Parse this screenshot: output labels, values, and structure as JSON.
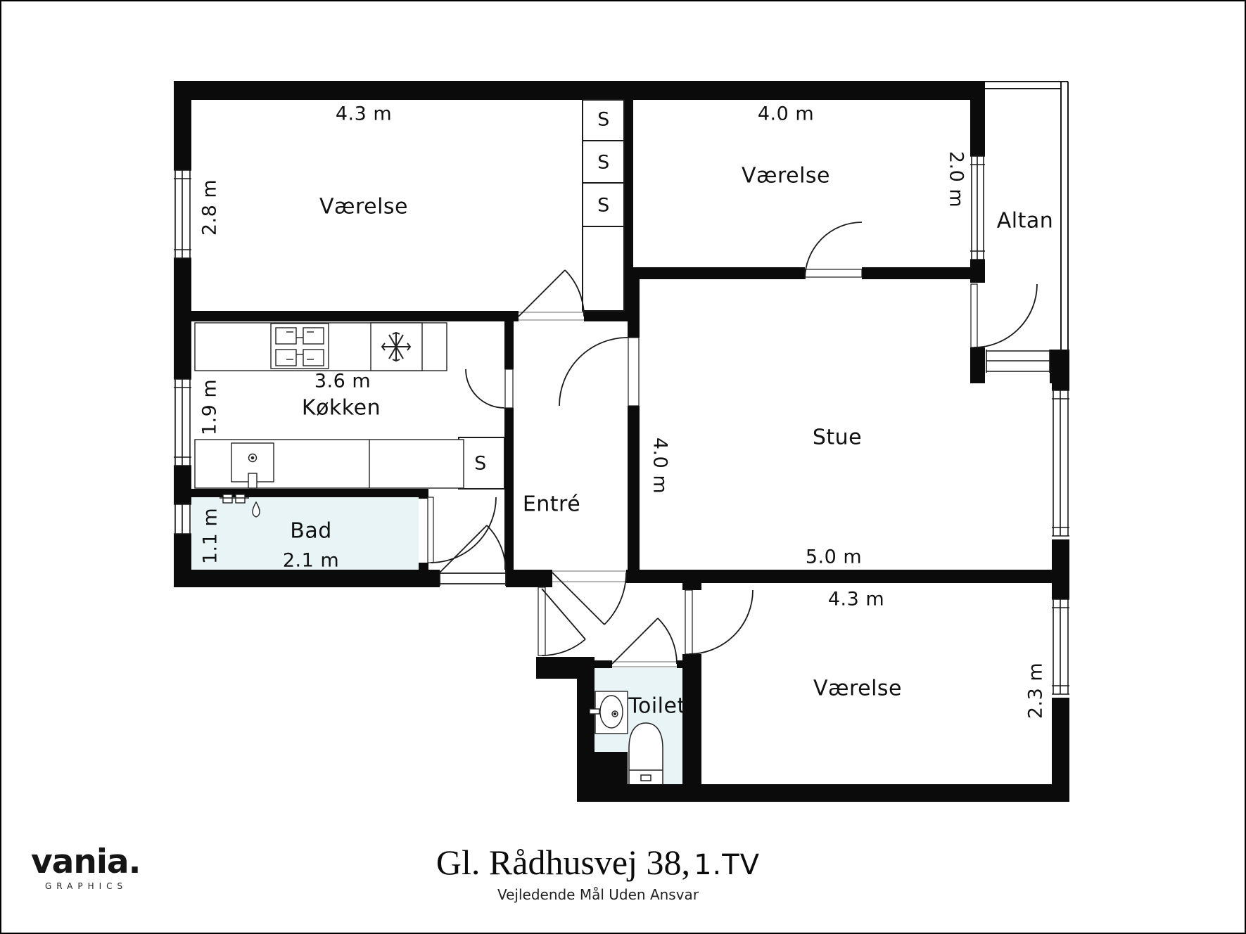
{
  "brand": {
    "name": "vania.",
    "sub": "GRAPHICS"
  },
  "footer": {
    "address": "Gl. Rådhusvej 38,",
    "unit": "1.TV",
    "disclaimer": "Vejledende Mål Uden Ansvar"
  },
  "colors": {
    "wall": "#0b0b0b",
    "wet_room_fill": "#e8f4f6",
    "line": "#1a1a1a"
  },
  "labels": {
    "bedroom_tl": {
      "name": "Værelse",
      "w": "4.3 m",
      "h": "2.8 m"
    },
    "bedroom_tr": {
      "name": "Værelse",
      "w": "4.0 m",
      "h": "2.0 m"
    },
    "balcony": {
      "name": "Altan"
    },
    "kitchen": {
      "name": "Køkken",
      "w": "3.6 m",
      "h": "1.9 m"
    },
    "entre": {
      "name": "Entré"
    },
    "stue": {
      "name": "Stue",
      "w": "5.0 m",
      "h": "4.0 m"
    },
    "bad": {
      "name": "Bad",
      "w": "2.1 m",
      "h": "1.1 m"
    },
    "toilet": {
      "name": "Toilet"
    },
    "bedroom_b": {
      "name": "Værelse",
      "w": "4.3 m",
      "h": "2.3 m"
    },
    "closet": "S"
  }
}
